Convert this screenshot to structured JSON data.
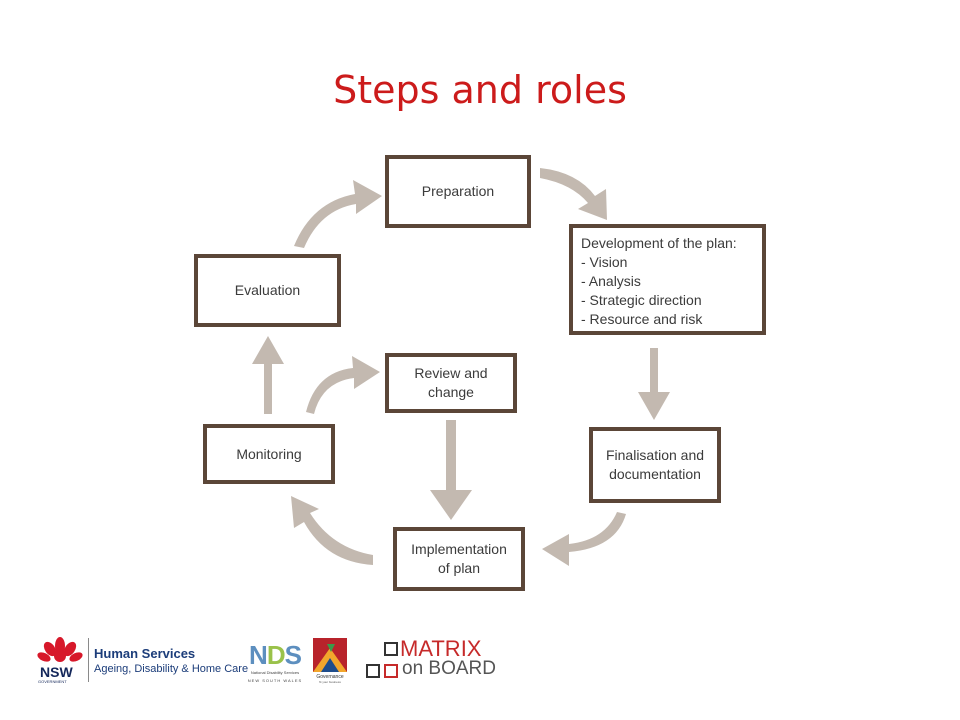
{
  "title": "Steps and roles",
  "diagram": {
    "steps": {
      "preparation": "Preparation",
      "development": {
        "heading": "Development of the plan:",
        "items": [
          "- Vision",
          "- Analysis",
          "- Strategic direction",
          "- Resource and risk"
        ]
      },
      "finalisation": [
        "Finalisation and",
        "documentation"
      ],
      "implementation": [
        "Implementation",
        "of plan"
      ],
      "monitoring": "Monitoring",
      "evaluation": "Evaluation",
      "review": [
        "Review and",
        "change"
      ]
    },
    "colors": {
      "box_border": "#5b4638",
      "arrow": "#c3b9b0",
      "title": "#cc1b1b"
    }
  },
  "footer": {
    "nsw": {
      "mark": "NSW",
      "sub": "GOVERNMENT",
      "org": "Human Services",
      "dept": "Ageing, Disability & Home Care"
    },
    "nds": {
      "mark_a": "N",
      "mark_b": "D",
      "mark_c": "S",
      "line1": "National Disability Services",
      "line2": "NEW SOUTH WALES"
    },
    "governance": {
      "label": "Governance",
      "tagline": "fit your business"
    },
    "matrix": {
      "line1": "MATRIX",
      "line2": "on BOARD"
    }
  }
}
